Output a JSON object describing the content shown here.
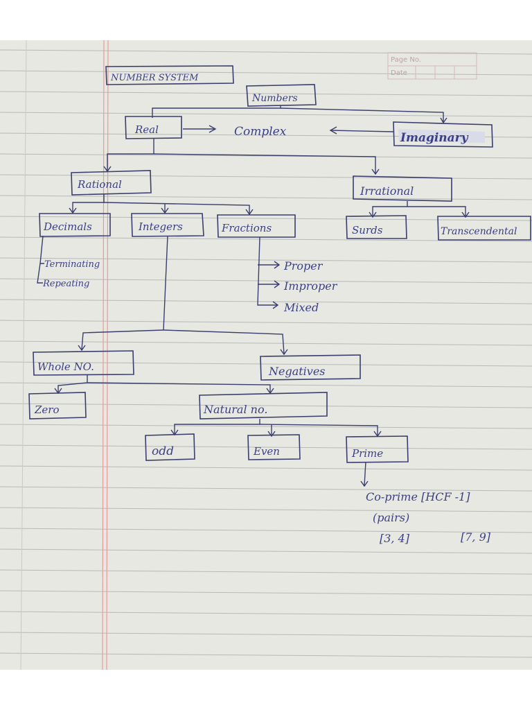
{
  "page": {
    "header_page_no": "Page No.",
    "header_date": "Date"
  },
  "title": "NUMBER SYSTEM",
  "nodes": {
    "numbers": "Numbers",
    "real": "Real",
    "complex": "Complex",
    "imaginary": "Imaginary",
    "rational": "Rational",
    "irrational": "Irrational",
    "decimals": "Decimals",
    "integers": "Integers",
    "fractions": "Fractions",
    "surds": "Surds",
    "transcendental": "Transcendental",
    "terminating": "Terminating",
    "repeating": "Repeating",
    "proper": "Proper",
    "improper": "Improper",
    "mixed": "Mixed",
    "whole_no": "Whole NO.",
    "negatives": "Negatives",
    "zero": "Zero",
    "natural_no": "Natural no.",
    "odd": "odd",
    "even": "Even",
    "prime": "Prime",
    "co_prime": "Co-prime [HCF -1]",
    "pairs": "(pairs)",
    "pair_1": "[3, 4]",
    "pair_2": "[7, 9]"
  },
  "colors": {
    "ink": "#3b3f86",
    "box_ink": "#3a3d6e",
    "paper": "#e7e8e1",
    "rule_line": "#b7b9b8",
    "margin_line": "#e59a9a"
  }
}
